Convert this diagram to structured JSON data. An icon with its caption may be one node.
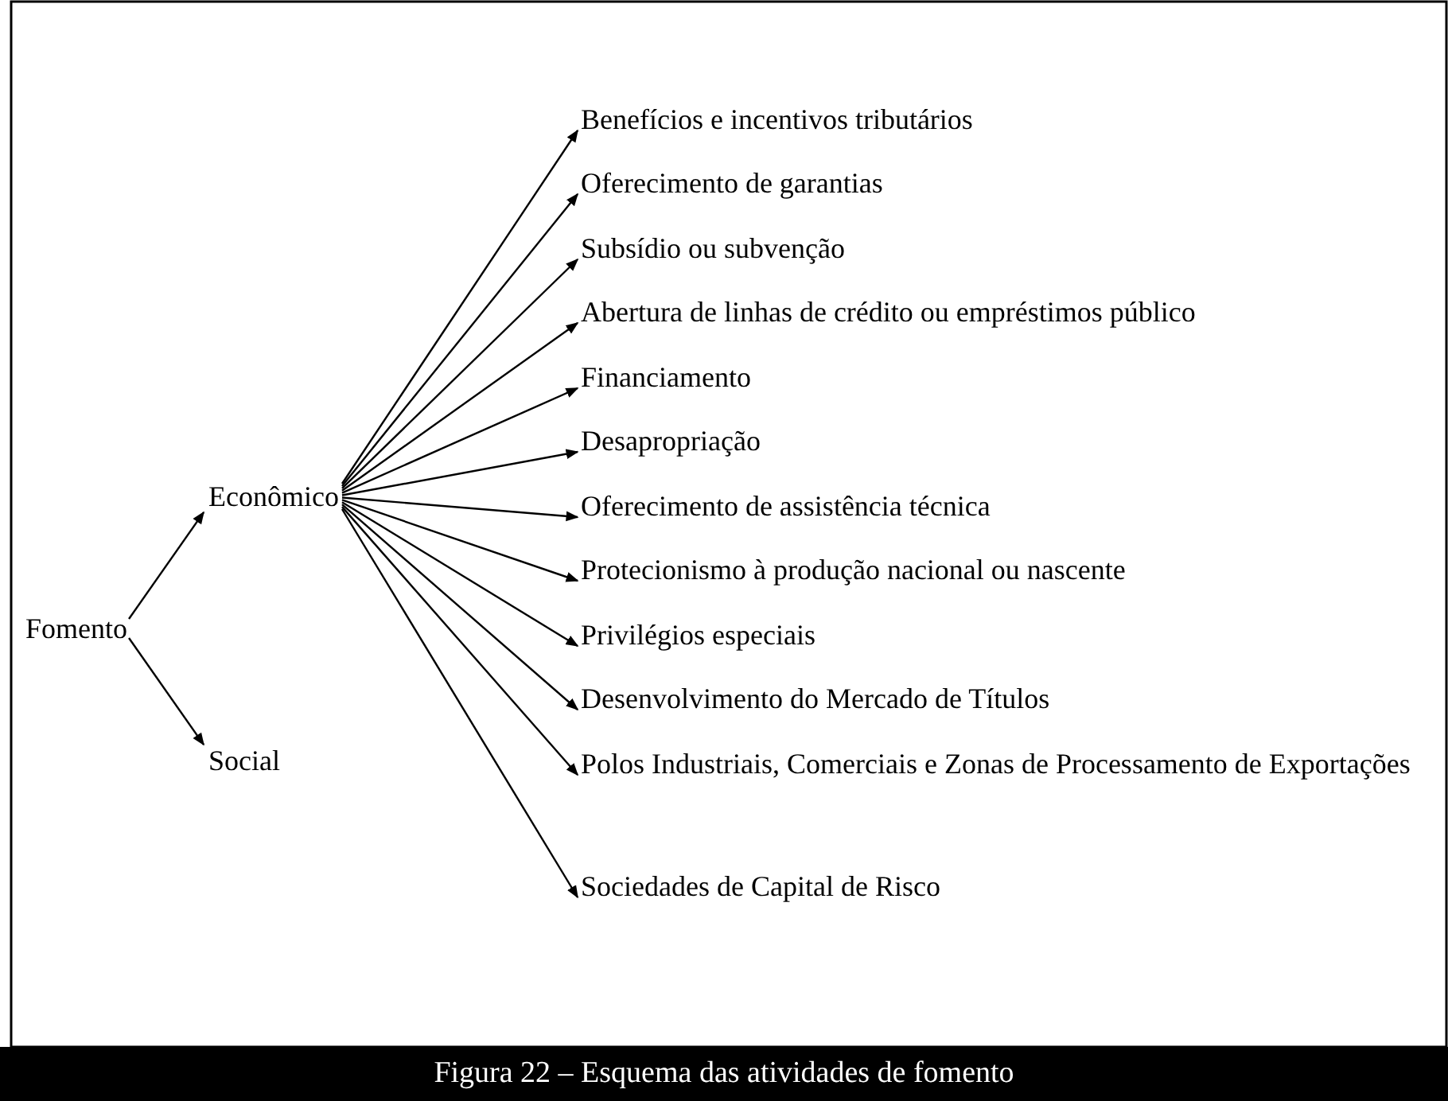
{
  "diagram": {
    "caption": "Figura 22 – Esquema das atividades de fomento",
    "nodes": [
      {
        "text": [
          "Fomento"
        ]
      },
      {
        "text": [
          "Econômico"
        ]
      },
      {
        "text": [
          "Social"
        ]
      },
      {
        "text": [
          "Benefícios e incentivos tributários"
        ]
      },
      {
        "text": [
          "Oferecimento de garantias"
        ]
      },
      {
        "text": [
          "Subsídio ou subvenção"
        ]
      },
      {
        "text": [
          "Abertura de linhas de crédito ou empréstimos público"
        ]
      },
      {
        "text": [
          "Financiamento"
        ]
      },
      {
        "text": [
          "Desapropriação"
        ]
      },
      {
        "text": [
          "Oferecimento de assistência técnica"
        ]
      },
      {
        "text": [
          "Protecionismo à produção nacional ou nascente"
        ]
      },
      {
        "text": [
          "Privilégios especiais"
        ]
      },
      {
        "text": [
          "Desenvolvimento do Mercado de Títulos"
        ]
      },
      {
        "text": [
          "Polos Industriais, Comerciais e Zonas de Processamento de Exportações"
        ]
      },
      {
        "text": [
          "Sociedades de Capital de Risco"
        ]
      }
    ],
    "edges": [
      {
        "from": 0,
        "to": 1,
        "arrow": "to"
      },
      {
        "from": 0,
        "to": 2,
        "arrow": "to"
      },
      {
        "from": 1,
        "to": 3,
        "arrow": "to"
      },
      {
        "from": 1,
        "to": 4,
        "arrow": "to"
      },
      {
        "from": 1,
        "to": 5,
        "arrow": "to"
      },
      {
        "from": 1,
        "to": 6,
        "arrow": "to"
      },
      {
        "from": 1,
        "to": 7,
        "arrow": "to"
      },
      {
        "from": 1,
        "to": 8,
        "arrow": "to"
      },
      {
        "from": 1,
        "to": 9,
        "arrow": "to"
      },
      {
        "from": 1,
        "to": 10,
        "arrow": "to"
      },
      {
        "from": 1,
        "to": 11,
        "arrow": "to"
      },
      {
        "from": 1,
        "to": 12,
        "arrow": "to"
      },
      {
        "from": 1,
        "to": 13,
        "arrow": "to"
      },
      {
        "from": 1,
        "to": 14,
        "arrow": "to"
      }
    ]
  }
}
